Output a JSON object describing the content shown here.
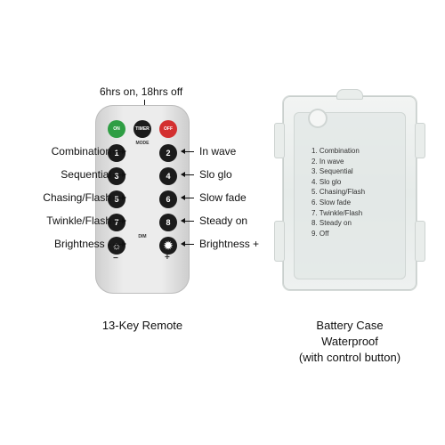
{
  "remote": {
    "timer_note": "6hrs on, 18hrs off",
    "keys": {
      "on": "ON",
      "timer": "TIMER",
      "off": "OFF",
      "k1": "1",
      "k2": "2",
      "k3": "3",
      "k4": "4",
      "k5": "5",
      "k6": "6",
      "k7": "7",
      "k8": "8",
      "bright_down": "☼",
      "bright_up": "✹"
    },
    "mode_label": "MODE",
    "dim_label": "DIM",
    "minus": "−",
    "plus": "+",
    "labels_left": [
      "Combination",
      "Sequential",
      "Chasing/Flash",
      "Twinkle/Flash",
      "Brightness -"
    ],
    "labels_right": [
      "In wave",
      "Slo glo",
      "Slow fade",
      "Steady on",
      "Brightness +"
    ],
    "caption": "13-Key Remote",
    "colors": {
      "on": "#2f9e44",
      "off": "#d32f2f",
      "keys": "#1b1b1b"
    }
  },
  "battery_case": {
    "modes": [
      "1. Combination",
      "2. In wave",
      "3. Sequential",
      "4. Slo glo",
      "5. Chasing/Flash",
      "6. Slow fade",
      "7. Twinkle/Flash",
      "8. Steady on",
      "9. Off"
    ],
    "caption_line1": "Battery Case",
    "caption_line2": "Waterproof",
    "caption_line3": "(with control button)"
  }
}
